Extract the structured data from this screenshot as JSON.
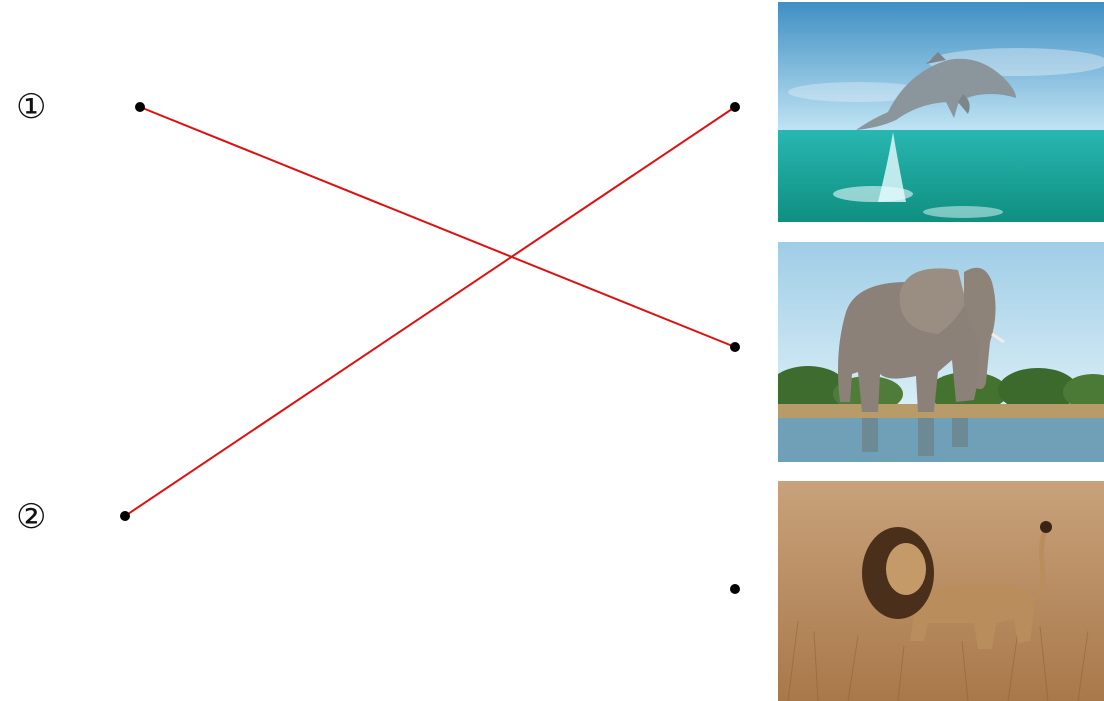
{
  "labels": {
    "first": "①",
    "second": "②"
  },
  "colors": {
    "connector_line": "#e01010",
    "dot": "#000000"
  },
  "pictures": [
    {
      "name": "dolphin-image"
    },
    {
      "name": "elephant-image"
    },
    {
      "name": "lion-image"
    }
  ],
  "connections": [
    {
      "from": "left-dot-1",
      "to": "right-dot-2"
    },
    {
      "from": "left-dot-2",
      "to": "right-dot-1"
    }
  ]
}
